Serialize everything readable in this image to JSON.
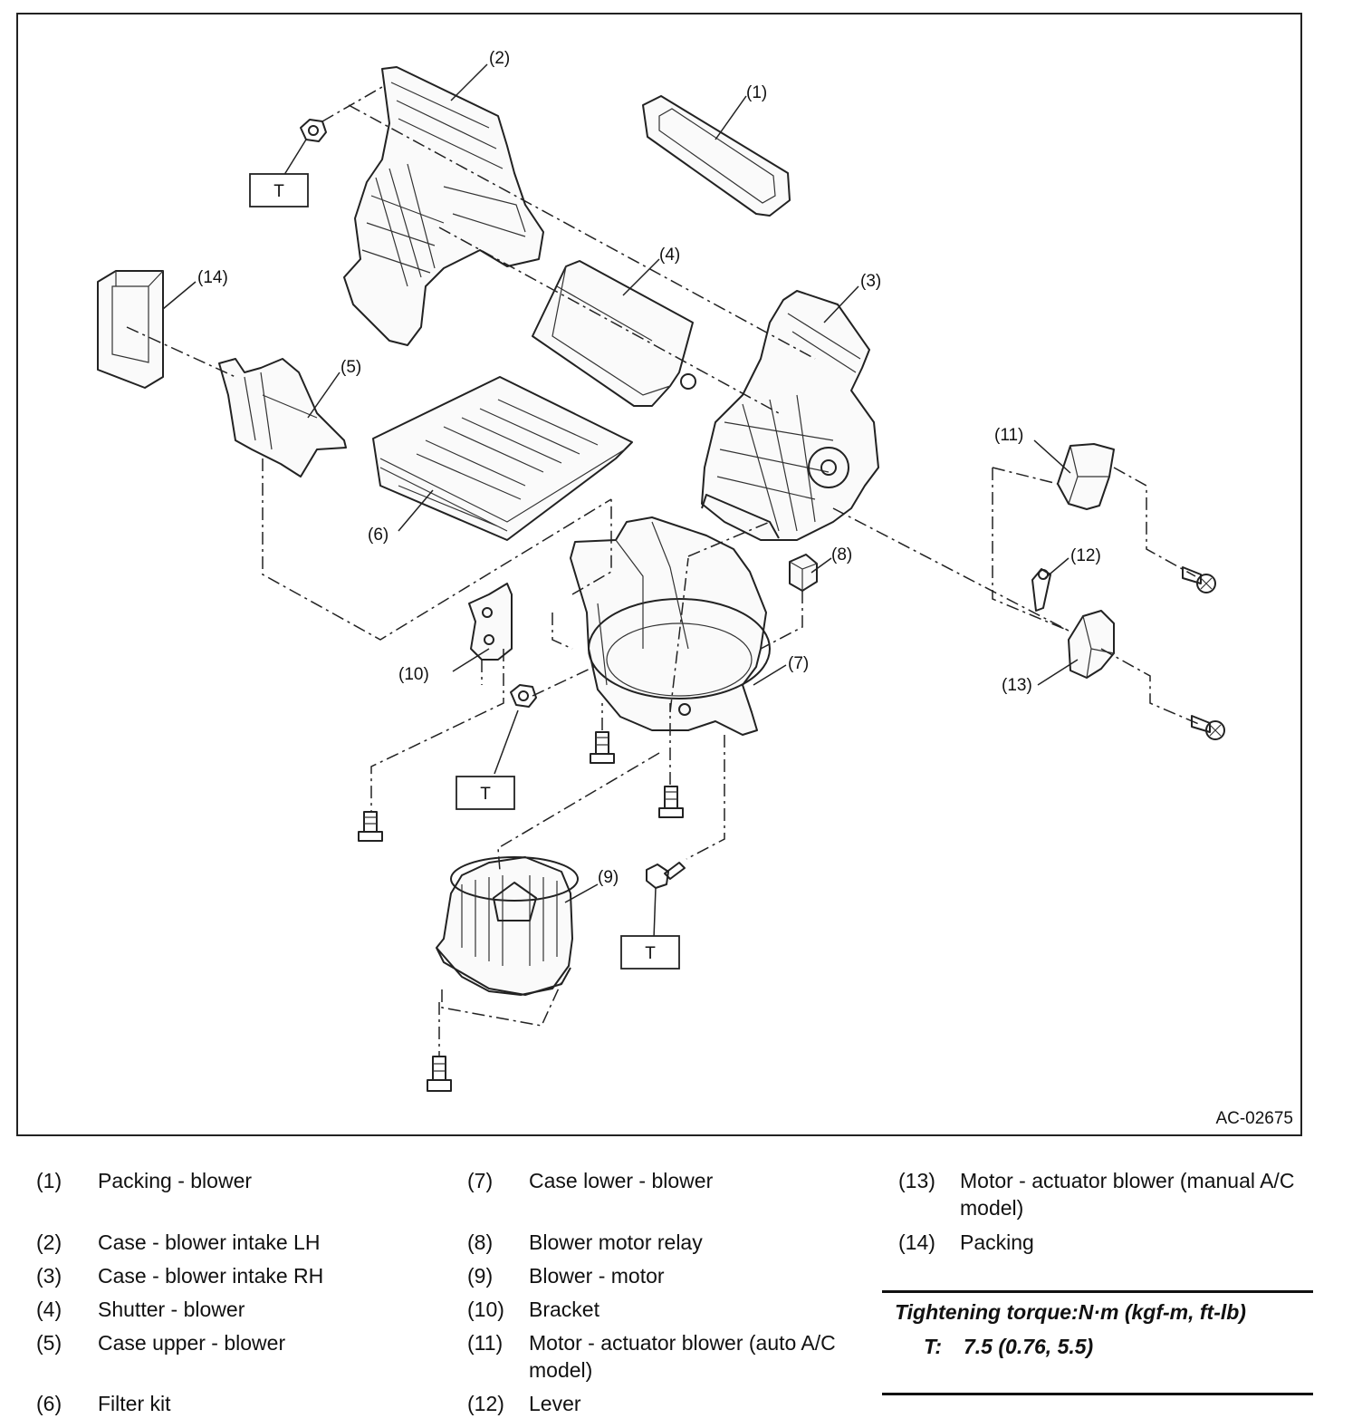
{
  "figure_id": "AC-02675",
  "callouts": [
    "(1)",
    "(2)",
    "(3)",
    "(4)",
    "(5)",
    "(6)",
    "(7)",
    "(8)",
    "(9)",
    "(10)",
    "(11)",
    "(12)",
    "(13)",
    "(14)"
  ],
  "torque_mark": "T",
  "legend": {
    "col1": [
      {
        "num": "(1)",
        "text": "Packing - blower"
      },
      {
        "num": "(2)",
        "text": "Case - blower intake LH"
      },
      {
        "num": "(3)",
        "text": "Case - blower intake RH"
      },
      {
        "num": "(4)",
        "text": "Shutter - blower"
      },
      {
        "num": "(5)",
        "text": "Case upper - blower"
      },
      {
        "num": "(6)",
        "text": "Filter kit"
      }
    ],
    "col2": [
      {
        "num": "(7)",
        "text": "Case lower - blower"
      },
      {
        "num": "(8)",
        "text": "Blower motor relay"
      },
      {
        "num": "(9)",
        "text": "Blower - motor"
      },
      {
        "num": "(10)",
        "text": "Bracket"
      },
      {
        "num": "(11)",
        "text": "Motor - actuator blower (auto A/C model)"
      },
      {
        "num": "(12)",
        "text": "Lever"
      }
    ],
    "col3": [
      {
        "num": "(13)",
        "text": "Motor - actuator blower (manual A/C model)"
      },
      {
        "num": "(14)",
        "text": "Packing"
      }
    ]
  },
  "torque": {
    "title": "Tightening torque:N·m (kgf-m, ft-lb)",
    "symbol": "T:",
    "value": "7.5 (0.76, 5.5)"
  }
}
